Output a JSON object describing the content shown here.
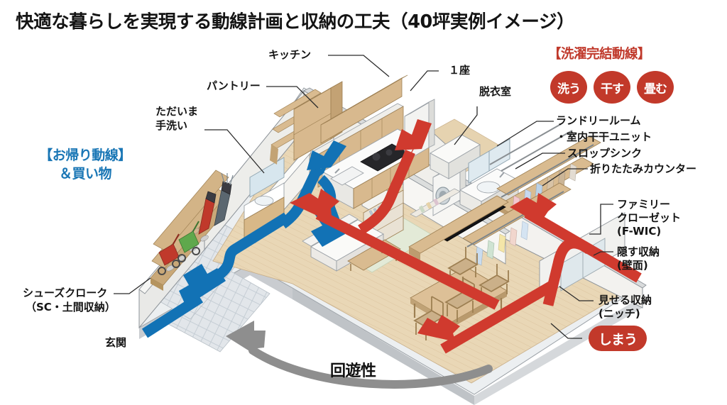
{
  "title": "快適な暮らしを実現する動線計画と収納の工夫（40坪実例イメージ）",
  "headings": {
    "laundry_flow": "【洗濯完結動線】",
    "homecoming_flow": "【お帰り動線】\n＆買い物"
  },
  "homecoming_flow_line1": "【お帰り動線】",
  "homecoming_flow_line2": "＆買い物",
  "badges": [
    {
      "label": "洗う",
      "color": "#c2392a"
    },
    {
      "label": "干す",
      "color": "#c2392a"
    },
    {
      "label": "畳む",
      "color": "#c2392a"
    }
  ],
  "pill": {
    "label": "しまう",
    "color": "#c2392a"
  },
  "loop_label": "回遊性",
  "labels_top": [
    {
      "id": "kitchen",
      "text": "キッチン"
    },
    {
      "id": "pantry",
      "text": "パントリー"
    },
    {
      "id": "tadaima-tearai-1",
      "text": "ただいま"
    },
    {
      "id": "tadaima-tearai-2",
      "text": "手洗い"
    },
    {
      "id": "first-floor",
      "text": "１座"
    },
    {
      "id": "datsuishitsu",
      "text": "脱衣室"
    }
  ],
  "labels_right": [
    {
      "id": "laundry-room",
      "text": "ランドリールーム"
    },
    {
      "id": "indoor-drying-unit",
      "text": "・室内干干ユニット"
    },
    {
      "id": "slop-sink",
      "text": "スロップシンク"
    },
    {
      "id": "folding-counter",
      "text": "折りたたみカウンター"
    },
    {
      "id": "family-closet-1",
      "text": "ファミリー"
    },
    {
      "id": "family-closet-2",
      "text": "クローゼット"
    },
    {
      "id": "family-closet-3",
      "text": "(F-WIC)"
    },
    {
      "id": "hidden-storage-1",
      "text": "隠す収納"
    },
    {
      "id": "hidden-storage-2",
      "text": "(壁面)"
    },
    {
      "id": "display-storage-1",
      "text": "見せる収納"
    },
    {
      "id": "display-storage-2",
      "text": "(ニッチ)"
    }
  ],
  "labels_left": [
    {
      "id": "shoes-cloak-1",
      "text": "シューズクローク"
    },
    {
      "id": "shoes-cloak-2",
      "text": "（SC・土間収納）"
    },
    {
      "id": "genkan",
      "text": "玄関"
    }
  ],
  "colors": {
    "red_flow": "#d03a2e",
    "blue_flow": "#1272b5",
    "gray_arrow": "#8e8e8e",
    "red_text": "#c0392b",
    "blue_text": "#1976b5",
    "wood_floor": "#e8d5b5",
    "wall": "#f2f0ec",
    "tile": "#dfe3e6",
    "cabinet": "#d7b98e"
  }
}
